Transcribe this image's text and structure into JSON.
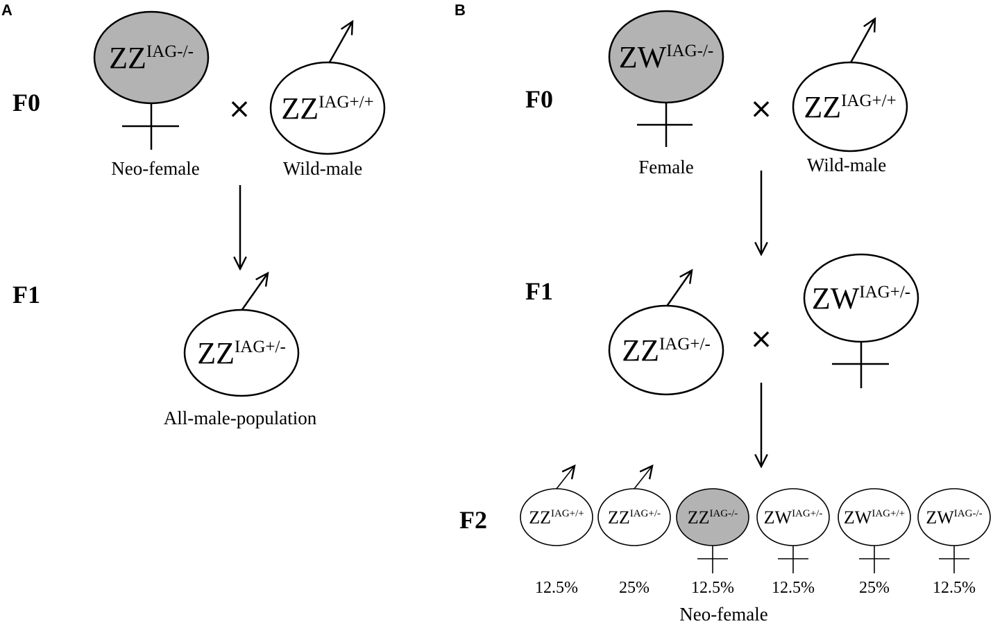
{
  "colors": {
    "mutant_fill": "#b3b3b3",
    "wild_fill": "#ffffff",
    "stroke": "#000000"
  },
  "panel_a": {
    "label": "A",
    "gen_f0": "F0",
    "gen_f1": "F1",
    "cross_symbol": "×",
    "neo_female": {
      "base": "ZZ",
      "sup": "IAG-/-",
      "caption": "Neo-female",
      "sex_icon": "female-symbol-icon"
    },
    "wild_male": {
      "base": "ZZ",
      "sup": "IAG+/+",
      "caption": "Wild-male",
      "sex_icon": "male-symbol-icon"
    },
    "f1_male": {
      "base": "ZZ",
      "sup": "IAG+/-",
      "caption": "All-male-population",
      "sex_icon": "male-symbol-icon"
    }
  },
  "panel_b": {
    "label": "B",
    "gen_f0": "F0",
    "gen_f1": "F1",
    "gen_f2": "F2",
    "cross_symbol": "×",
    "f0_female": {
      "base": "ZW",
      "sup": "IAG-/-",
      "caption": "Female"
    },
    "f0_male": {
      "base": "ZZ",
      "sup": "IAG+/+",
      "caption": "Wild-male"
    },
    "f1_male": {
      "base": "ZZ",
      "sup": "IAG+/-"
    },
    "f1_female": {
      "base": "ZW",
      "sup": "IAG+/-"
    },
    "f2": [
      {
        "base": "ZZ",
        "sup": "IAG+/+",
        "pct": "12.5%",
        "sex": "male"
      },
      {
        "base": "ZZ",
        "sup": "IAG+/-",
        "pct": "25%",
        "sex": "male"
      },
      {
        "base": "ZZ",
        "sup": "IAG-/-",
        "pct": "12.5%",
        "sex": "female"
      },
      {
        "base": "ZW",
        "sup": "IAG+/-",
        "pct": "12.5%",
        "sex": "female"
      },
      {
        "base": "ZW",
        "sup": "IAG+/+",
        "pct": "25%",
        "sex": "female"
      },
      {
        "base": "ZW",
        "sup": "IAG-/-",
        "pct": "12.5%",
        "sex": "female"
      }
    ],
    "f2_caption": "Neo-female"
  }
}
